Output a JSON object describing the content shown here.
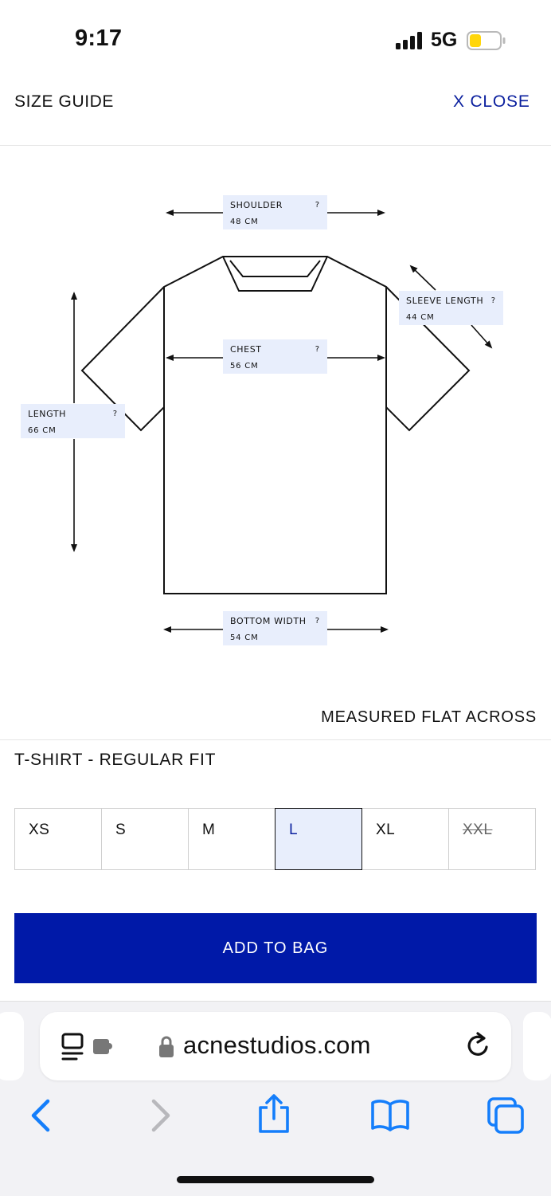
{
  "status_bar": {
    "time": "9:17",
    "network": "5G"
  },
  "header": {
    "title": "SIZE GUIDE",
    "close_label": "X  CLOSE"
  },
  "measurements": {
    "shoulder": {
      "name": "SHOULDER",
      "value": "48  CM",
      "help": "?"
    },
    "chest": {
      "name": "CHEST",
      "value": "56  CM",
      "help": "?"
    },
    "sleeve_length": {
      "name": "SLEEVE LENGTH",
      "value": "44  CM",
      "help": "?"
    },
    "length": {
      "name": "LENGTH",
      "value": "66  CM",
      "help": "?"
    },
    "bottom_width": {
      "name": "BOTTOM WIDTH",
      "value": "54  CM",
      "help": "?"
    }
  },
  "note": "MEASURED FLAT ACROSS",
  "fit_title": "T-SHIRT - REGULAR FIT",
  "sizes": [
    {
      "label": "XS"
    },
    {
      "label": "S"
    },
    {
      "label": "M"
    },
    {
      "label": "L"
    },
    {
      "label": "XL"
    },
    {
      "label": "XXL"
    }
  ],
  "selected_size": "L",
  "unavailable_size": "XXL",
  "add_to_bag_label": "ADD TO BAG",
  "browser": {
    "url": "acnestudios.com"
  },
  "colors": {
    "accent": "#0019a8",
    "label_bg": "#e8eefc",
    "close_text": "#0a1f9e",
    "ios_blue": "#147efb",
    "battery": "#ffd60a"
  }
}
